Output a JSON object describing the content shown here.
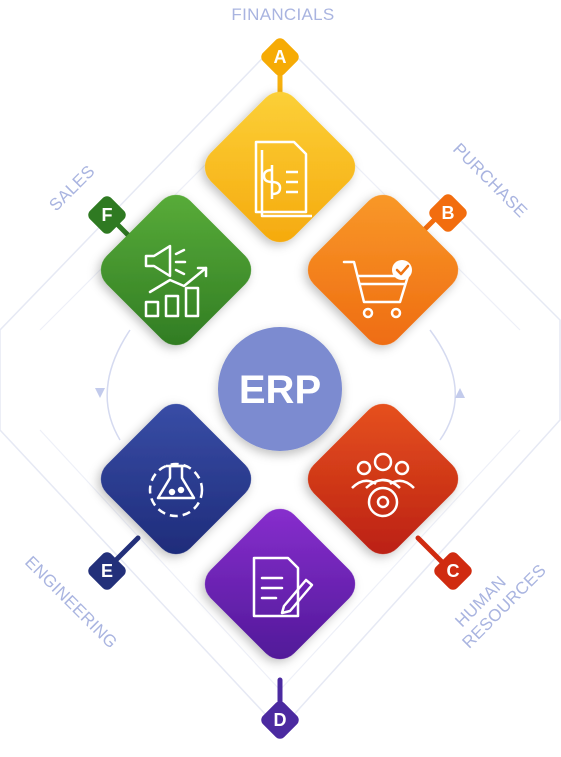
{
  "center": {
    "label": "ERP",
    "color": "#7b8bd0"
  },
  "modules": [
    {
      "key": "A",
      "letter": "A",
      "name": "FINANCIALS",
      "color": "#f9b91a",
      "badge_color": "#f6ab05",
      "icon": "invoice-dollar-icon"
    },
    {
      "key": "B",
      "letter": "B",
      "name": "PURCHASE",
      "color": "#f57f17",
      "badge_color": "#f26d0f",
      "icon": "shopping-cart-check-icon"
    },
    {
      "key": "C",
      "letter": "C",
      "name": [
        "HUMAN",
        "RESOURCES"
      ],
      "color": "#d6361a",
      "badge_color": "#d02b10",
      "icon": "team-gear-icon"
    },
    {
      "key": "D",
      "letter": "D",
      "name": "",
      "color": "#6a1fb0",
      "badge_color": "#4b2aa0",
      "icon": "document-pen-icon"
    },
    {
      "key": "E",
      "letter": "E",
      "name": "ENGINEERING",
      "color": "#2b3a8f",
      "badge_color": "#23307a",
      "icon": "flask-gear-icon"
    },
    {
      "key": "F",
      "letter": "F",
      "name": "SALES",
      "color": "#3f8f2a",
      "badge_color": "#2f7a22",
      "icon": "megaphone-growth-icon"
    }
  ],
  "label_color": "#a9b4e0",
  "connector_color": "#d8dcee"
}
